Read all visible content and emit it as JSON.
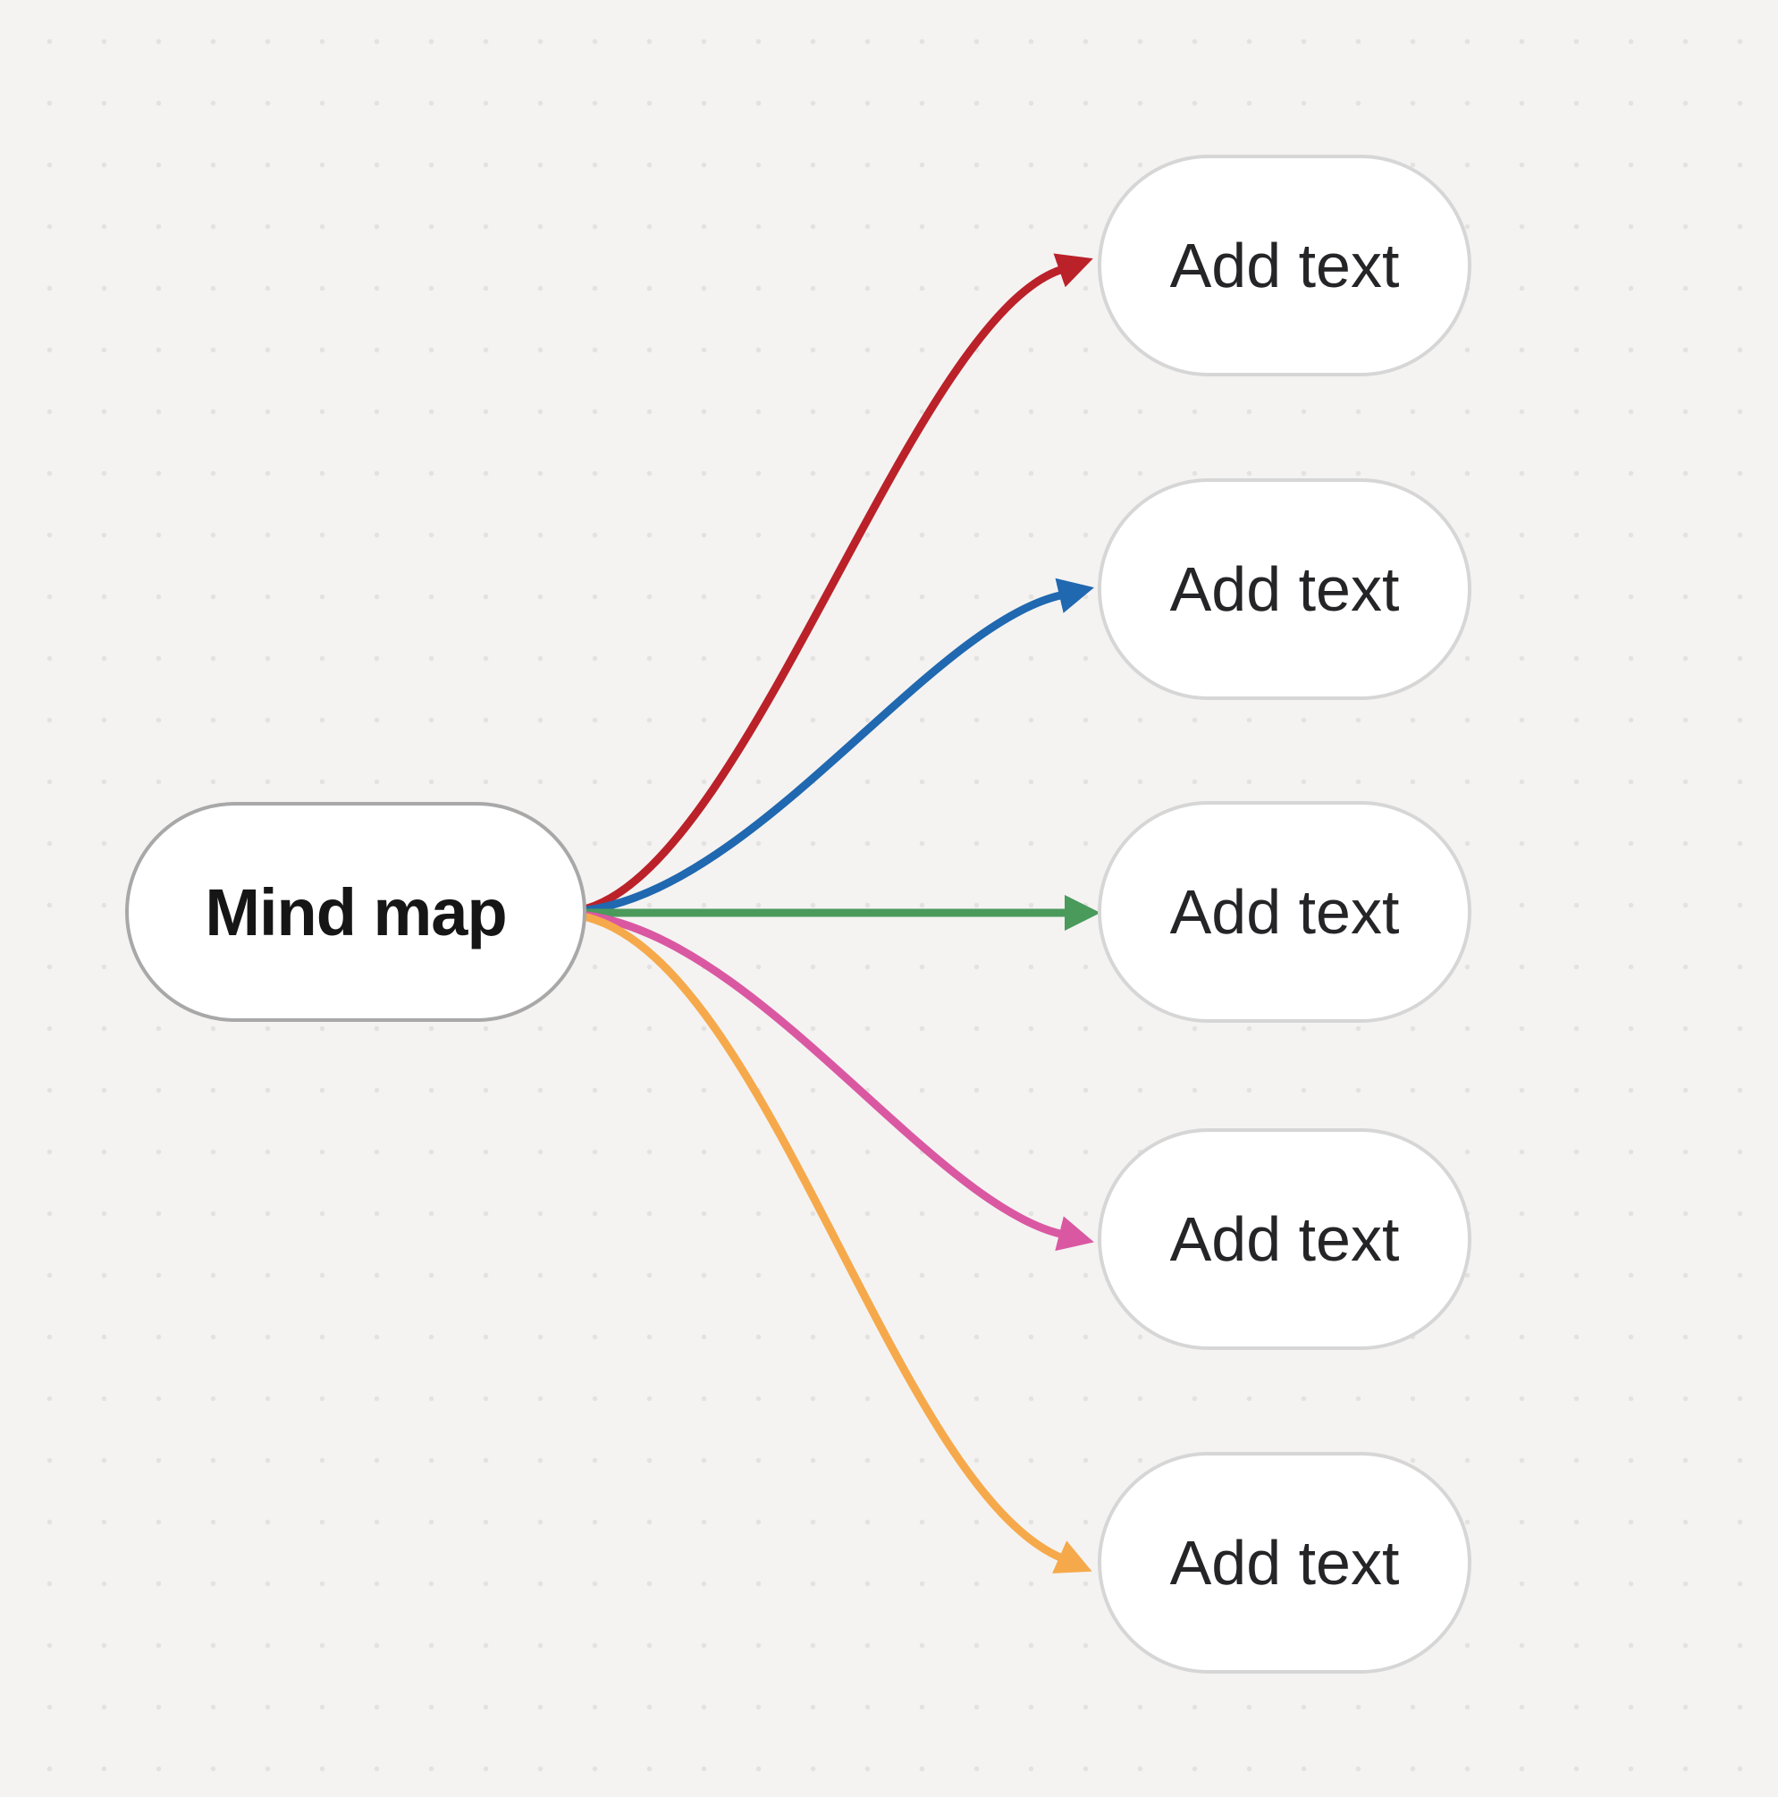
{
  "diagram": {
    "type": "mind-map",
    "root": {
      "label": "Mind map"
    },
    "branches": [
      {
        "label": "Add text",
        "connector_color": "#bb2129"
      },
      {
        "label": "Add text",
        "connector_color": "#2068b0"
      },
      {
        "label": "Add text",
        "connector_color": "#4a9a5c"
      },
      {
        "label": "Add text",
        "connector_color": "#da58a2"
      },
      {
        "label": "Add text",
        "connector_color": "#f6a94b"
      }
    ]
  },
  "style": {
    "canvas_background": "#f4f3f2",
    "canvas_dot_color": "#e4e2e0",
    "node_fill": "#ffffff",
    "root_border_color": "#a8a8a8",
    "branch_border_color": "#d6d6d6",
    "root_text_color": "#161616",
    "branch_text_color": "#252528"
  }
}
